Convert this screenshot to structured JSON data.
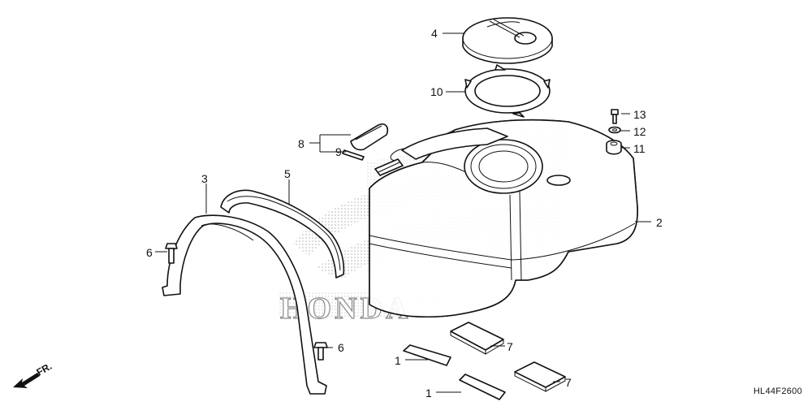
{
  "callouts": {
    "c1a": "1",
    "c1b": "1",
    "c2": "2",
    "c3": "3",
    "c4": "4",
    "c5": "5",
    "c6a": "6",
    "c6b": "6",
    "c7a": "7",
    "c7b": "7",
    "c8": "8",
    "c9": "9",
    "c10": "10",
    "c11": "11",
    "c12": "12",
    "c13": "13"
  },
  "front_marker": "FR.",
  "diagram_code": "HL44F2600",
  "watermark": {
    "brand": "HONDA",
    "icon": "honda-wing-logo-watermark"
  },
  "colors": {
    "line": "#111111",
    "watermark": "#b8b8b8",
    "background": "#ffffff"
  }
}
